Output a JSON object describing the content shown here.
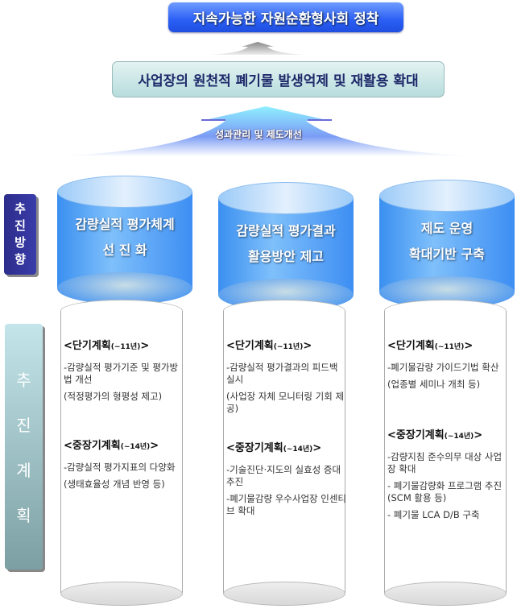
{
  "goal": "지속가능한 자원순환형사회 정착",
  "objective": "사업장의 원천적 폐기물 발생억제 및 재활용 확대",
  "arrow_label": "성과관리 및 제도개선",
  "direction_label": [
    "추",
    "진",
    "방",
    "향"
  ],
  "plan_label": [
    "추",
    "진",
    "계",
    "획"
  ],
  "directions": [
    {
      "line1": "감량실적 평가체계",
      "line2": "선 진 화"
    },
    {
      "line1": "감량실적 평가결과",
      "line2": "활용방안 제고"
    },
    {
      "line1": "제도 운영",
      "line2": "확대기반 구축"
    }
  ],
  "plans": [
    {
      "short_head": "<단기계획",
      "short_period": "(~11년)",
      "short_items": [
        "-감량실적 평가기준 및 평가방법 개선",
        "(적정평가의 형평성 제고)"
      ],
      "long_head": "<중장기계획",
      "long_period": "(~14년)",
      "long_items": [
        "-감량실적 평가지표의 다양화",
        "(생태효율성 개념 반영 등)"
      ]
    },
    {
      "short_head": "<단기계획",
      "short_period": "(~11년)",
      "short_items": [
        "-감량실적 평가결과의 피드백 실시",
        "(사업장 자체 모니터링 기회 제공)"
      ],
      "long_head": "<중장기계획",
      "long_period": "(~14년)",
      "long_items": [
        "-기술진단·지도의 실효성 증대 추진",
        "-폐기물감량 우수사업장 인센티브 확대"
      ]
    },
    {
      "short_head": "<단기계획",
      "short_period": "(~11년)",
      "short_items": [
        "-폐기물감량 가이드기법 확산",
        "(업종별 세미나 개최 등)"
      ],
      "long_head": "<중장기계획",
      "long_period": "(~14년)",
      "long_items": [
        "-감량지침 준수의무 대상 사업장 확대",
        "- 폐기물감량화 프로그램 추진(SCM 활용 등)",
        "- 폐기물 LCA D/B 구축"
      ]
    }
  ],
  "close_bracket": ">"
}
